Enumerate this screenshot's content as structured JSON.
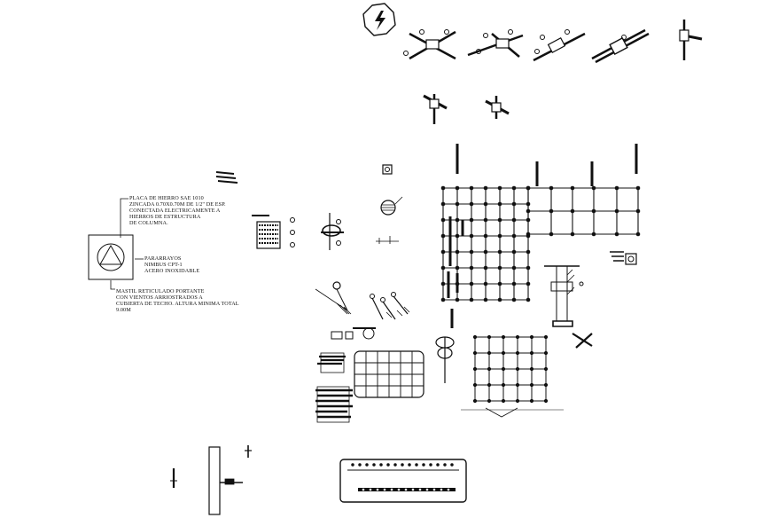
{
  "drawing": {
    "colors": {
      "line": "#111111",
      "paper": "#ffffff"
    },
    "icons": [
      "lightning-bolt-icon"
    ]
  },
  "notes": {
    "plate": [
      "PLACA DE HIERRO SAE 1010",
      "ZINCADA 0.70x0.70m DE 1/2\" DE ESP.",
      "CONECTADA ELECTRICAMENTE A",
      "HIERROS DE ESTRUCTURA",
      "DE COLUMNA."
    ],
    "lightning_rod": [
      "PARARRAYOS",
      "NIMBUS CPT-1",
      "ACERO INOXIDABLE"
    ],
    "mast": [
      "MASTIL RETICULADO PORTANTE",
      "CON VIENTOS ARRIOSTRADOS A",
      "CUBIERTA DE TECHO. ALTURA MINIMA TOTAL",
      "9.00m"
    ]
  }
}
